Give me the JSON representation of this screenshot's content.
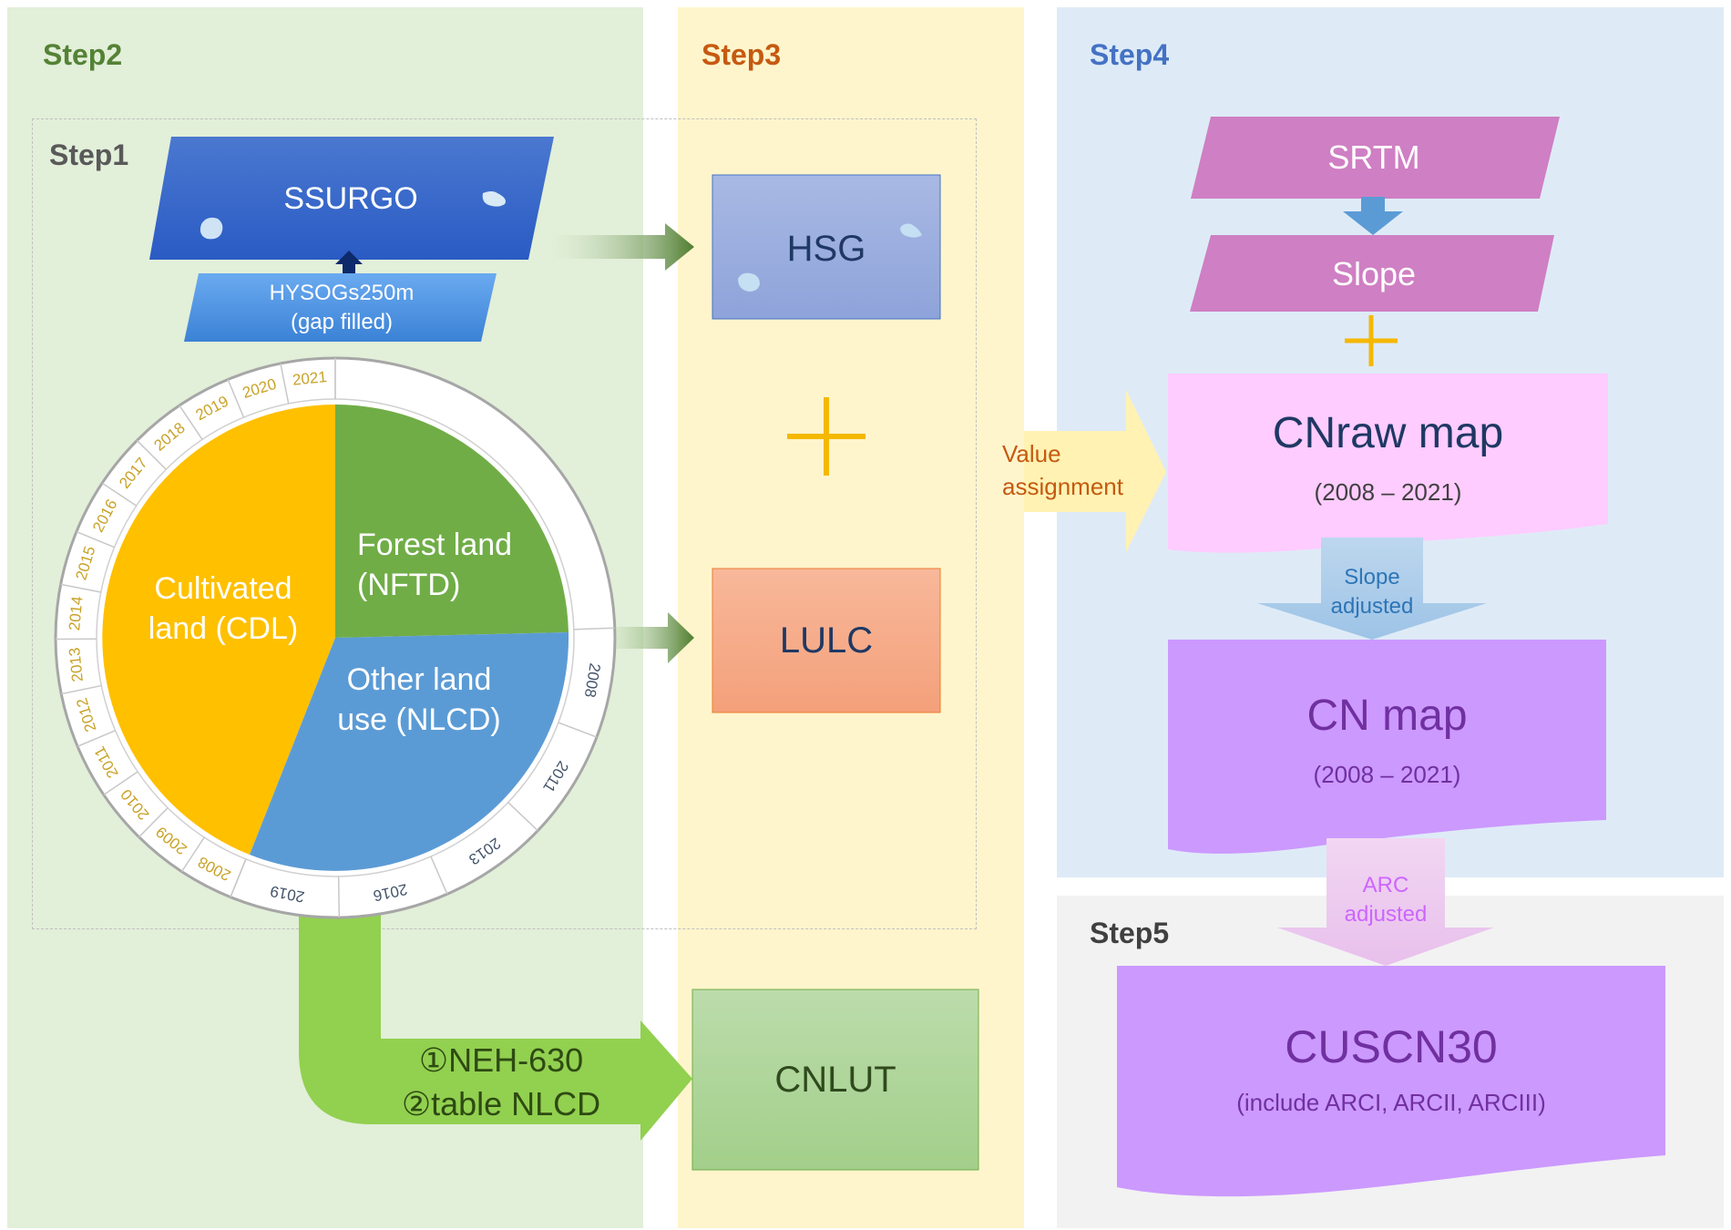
{
  "steps": {
    "step1": "Step1",
    "step2": "Step2",
    "step3": "Step3",
    "step4": "Step4",
    "step5": "Step5"
  },
  "inputs": {
    "ssurgo": "SSURGO",
    "hysogs_line1": "HYSOGs250m",
    "hysogs_line2": "(gap filled)",
    "srtm": "SRTM",
    "slope": "Slope"
  },
  "products": {
    "hsg": "HSG",
    "lulc": "LULC",
    "cnlut": "CNLUT",
    "cnraw_title": "CNraw map",
    "cnraw_years": "(2008 – 2021)",
    "cn_title": "CN map",
    "cn_years": "(2008 – 2021)",
    "cuscn30_title": "CUSCN30",
    "cuscn30_sub": "(include ARCI, ARCII, ARCIII)"
  },
  "arrows": {
    "value_assignment_line1": "Value",
    "value_assignment_line2": "assignment",
    "slope_adjusted_line1": "Slope",
    "slope_adjusted_line2": "adjusted",
    "arc_adjusted_line1": "ARC",
    "arc_adjusted_line2": "adjusted",
    "neh_630": "①NEH-630",
    "table_nlcd": "②table NLCD"
  },
  "land_cover_pie": {
    "cultivated_line1": "Cultivated",
    "cultivated_line2": "land (CDL)",
    "forest_line1": "Forest land",
    "forest_line2": "(NFTD)",
    "other_line1": "Other land",
    "other_line2": "use (NLCD)",
    "cdl_years": [
      "2021",
      "2020",
      "2019",
      "2018",
      "2017",
      "2016",
      "2015",
      "2014",
      "2013",
      "2012",
      "2011",
      "2010",
      "2009",
      "2008"
    ],
    "nlcd_years": [
      "2008",
      "2011",
      "2013",
      "2016",
      "2019"
    ]
  },
  "colors": {
    "step2_bg": "#e2efd9",
    "step3_bg": "#fff5cc",
    "step4_bg": "#deebf7",
    "step5_bg": "#f2f2f2",
    "cultivated": "#ffc000",
    "forest": "#70ad47",
    "other": "#5b9bd5",
    "cdl_year_text": "#c9a227",
    "nlcd_year_text": "#44546a"
  }
}
